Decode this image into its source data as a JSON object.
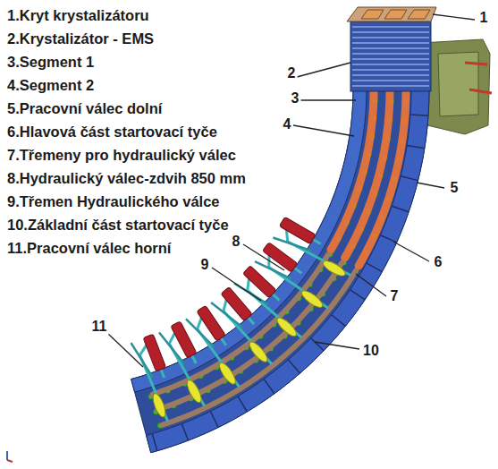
{
  "diagram": {
    "labels": [
      "1.Kryt krystalizátoru",
      "2.Krystalizátor - EMS",
      "3.Segment 1",
      "4.Segment 2",
      "5.Pracovní válec dolní",
      "6.Hlavová část startovací tyče",
      "7.Třemeny pro hydraulický válec",
      "8.Hydraulický válec-zdvih 850 mm",
      "9.Třemen Hydraulického válce",
      "10.Základní část startovací tyče",
      "11.Pracovní válec horní",
      "1",
      "2",
      "3",
      "4",
      "5",
      "6",
      "7",
      "8",
      "9",
      "10",
      "11"
    ]
  }
}
